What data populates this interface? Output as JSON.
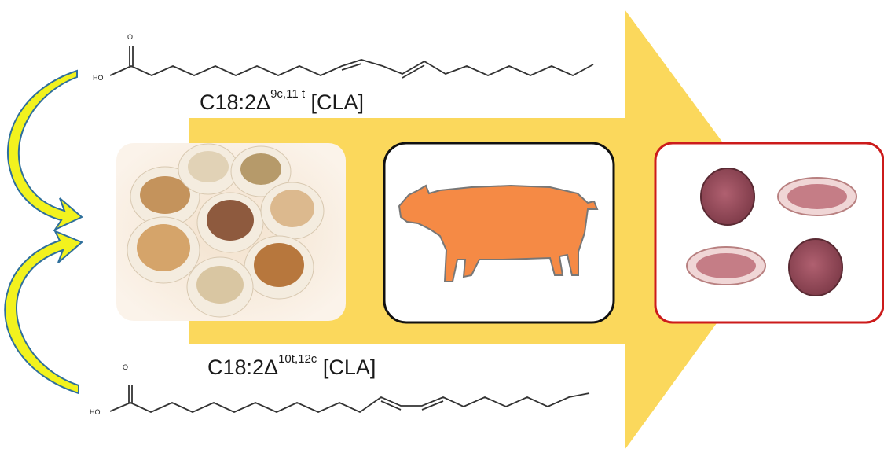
{
  "colors": {
    "big_arrow": "#fbd85c",
    "curved_arrow_fill": "#f2f21e",
    "curved_arrow_edge": "#2e6f9c",
    "pig_fill": "#f58a45",
    "pig_box_border": "#111111",
    "salami_box_border": "#cc1b1b"
  },
  "molecules": {
    "top": {
      "label_main": "C18:2Δ",
      "label_sup": "9c,11 t",
      "label_tail": " [CLA]",
      "oh": "HO",
      "o": "O"
    },
    "bottom": {
      "label_main": "C18:2Δ",
      "label_sup": "10t,12c",
      "label_tail": " [CLA]",
      "oh": "HO",
      "o": "O"
    }
  },
  "panels": [
    {
      "id": "grain",
      "icon": "grain-sacks-icon"
    },
    {
      "id": "pig",
      "icon": "pig-icon"
    },
    {
      "id": "salami",
      "icon": "salami-slices-icon"
    }
  ]
}
